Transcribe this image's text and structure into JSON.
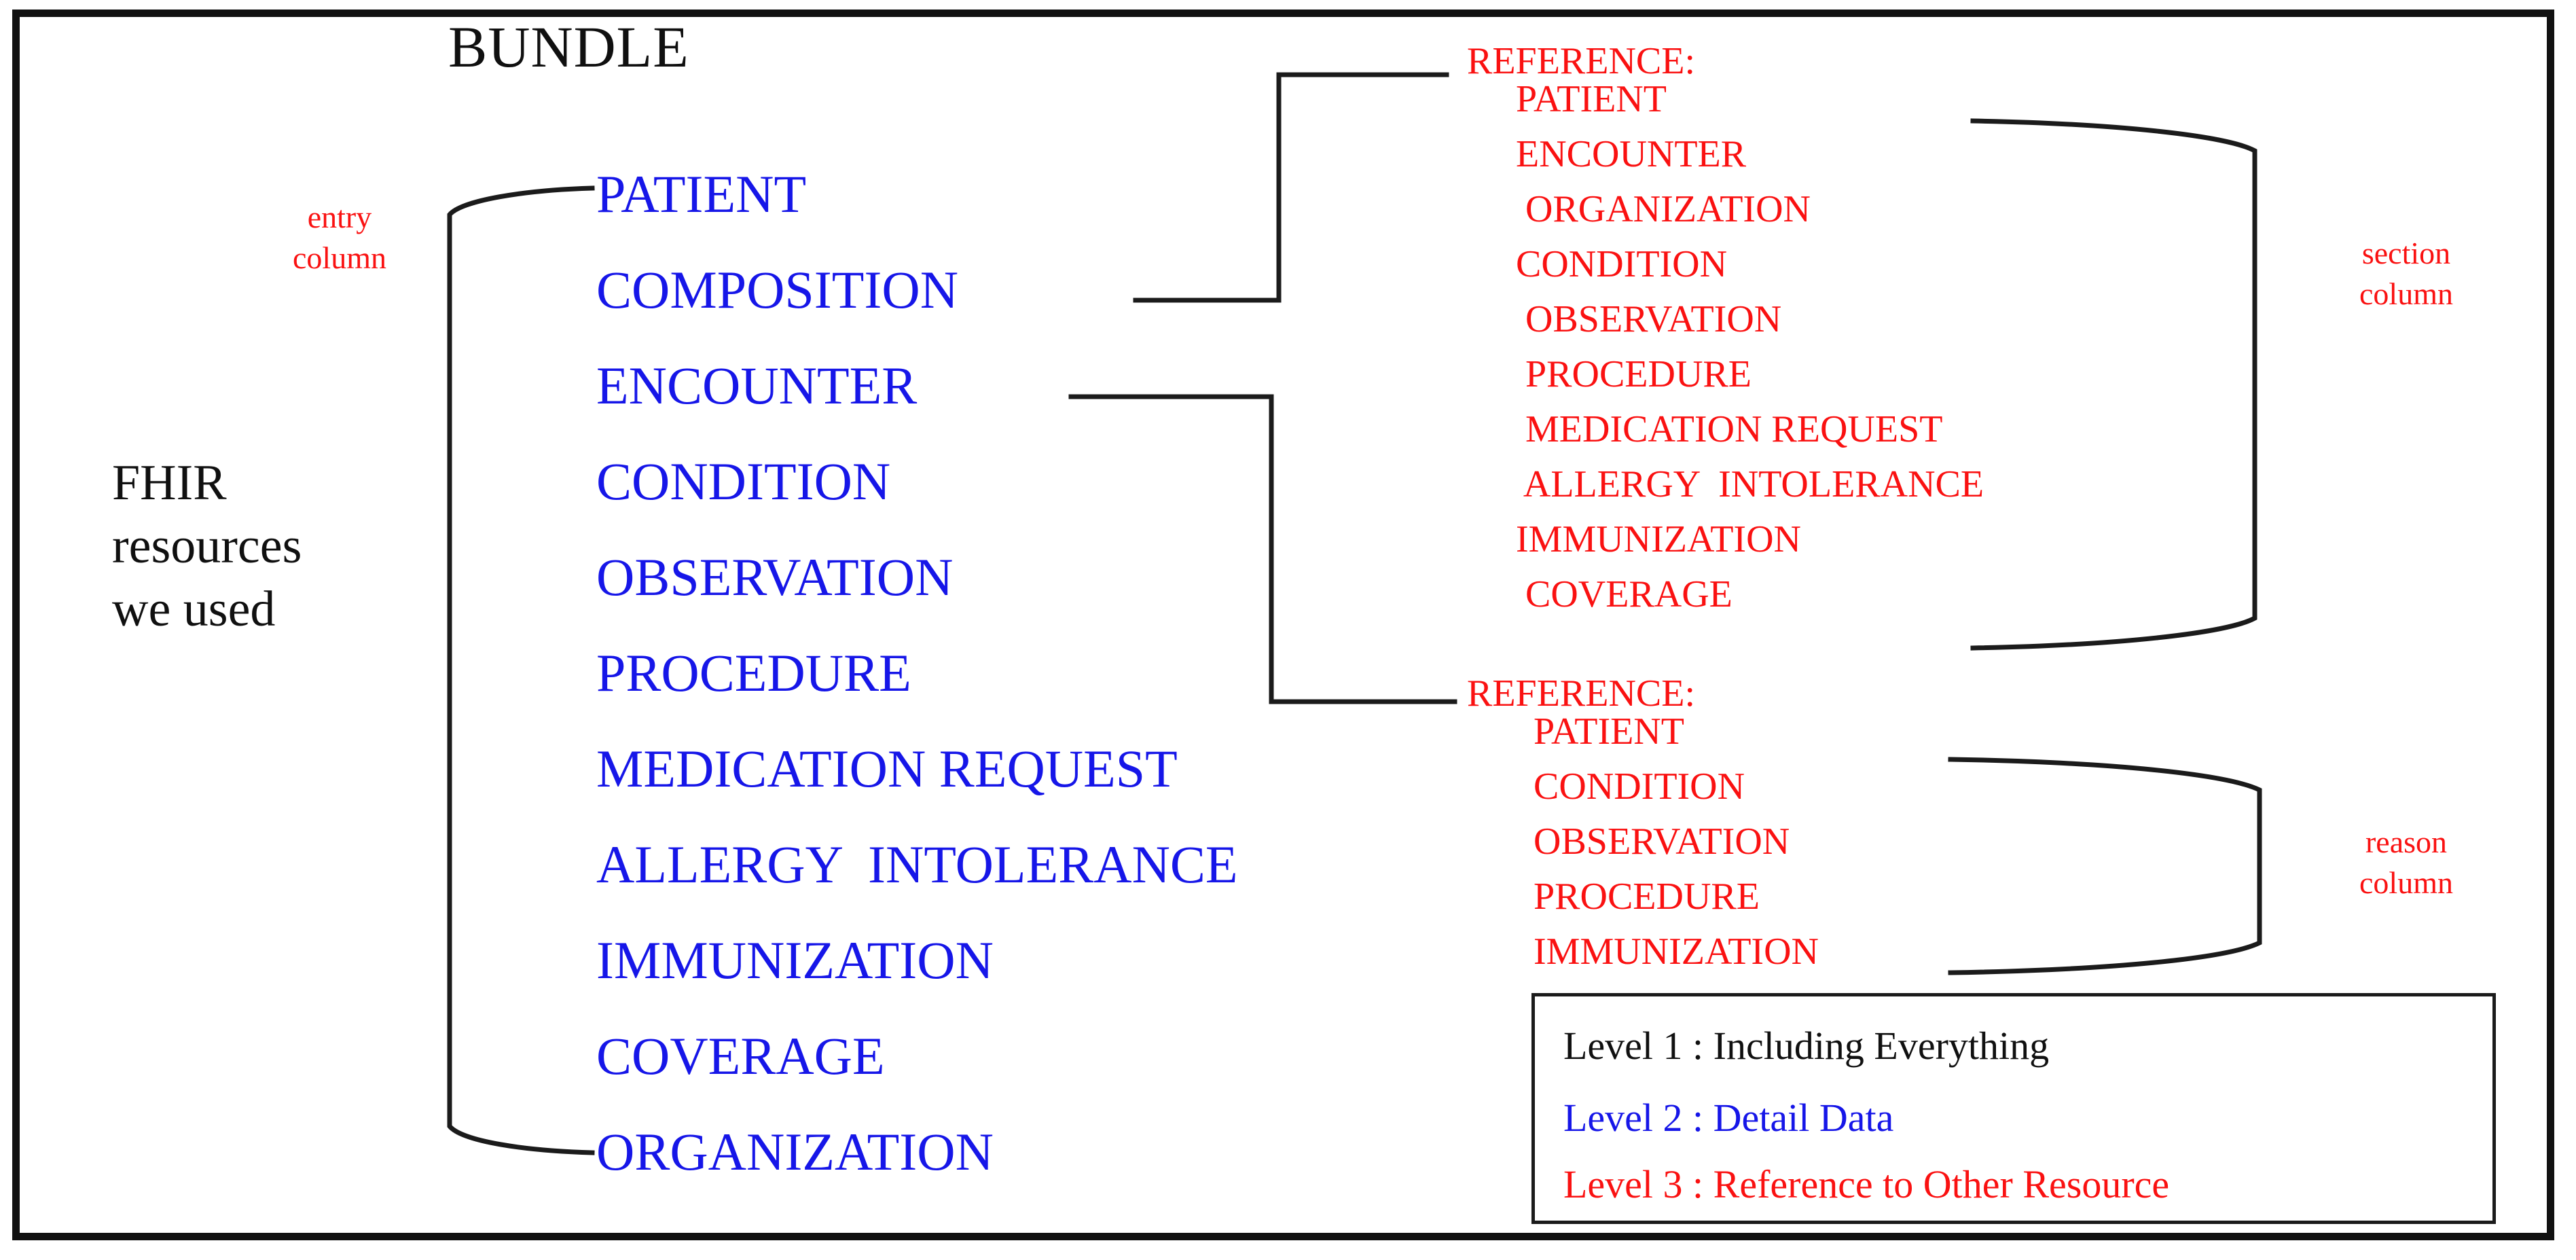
{
  "diagram": {
    "title": "BUNDLE",
    "caption": "FHIR\nresources\nwe used",
    "labels": {
      "entry_column": "entry\ncolumn",
      "section_column": "section\ncolumn",
      "reason_column": "reason\ncolumn"
    }
  },
  "entry_column": {
    "items": [
      "PATIENT",
      "COMPOSITION",
      "ENCOUNTER",
      "CONDITION",
      "OBSERVATION",
      "PROCEDURE",
      "MEDICATION REQUEST",
      "ALLERGY  INTOLERANCE",
      "IMMUNIZATION",
      "COVERAGE",
      "ORGANIZATION"
    ]
  },
  "section_column": {
    "heading": "REFERENCE:",
    "source": "COMPOSITION",
    "items": [
      "PATIENT",
      "ENCOUNTER",
      " ORGANIZATION",
      "CONDITION",
      " OBSERVATION",
      " PROCEDURE",
      " MEDICATION REQUEST",
      " ALLERGY  INTOLERANCE",
      "IMMUNIZATION",
      " COVERAGE"
    ]
  },
  "reason_column": {
    "heading": "REFERENCE:",
    "source": "ENCOUNTER",
    "items": [
      "PATIENT",
      "CONDITION",
      "OBSERVATION",
      "PROCEDURE",
      "IMMUNIZATION"
    ]
  },
  "legend": {
    "rows": [
      {
        "text": "Level 1 : Including Everything",
        "color": "#101010"
      },
      {
        "text": "Level 2 : Detail Data",
        "color": "#1616e8"
      },
      {
        "text": "Level 3 : Reference to Other Resource",
        "color": "#fa1111"
      }
    ]
  },
  "colors": {
    "level1_black": "#101010",
    "level2_blue": "#1616e8",
    "level3_red": "#fa1111",
    "frame": "#111111"
  }
}
